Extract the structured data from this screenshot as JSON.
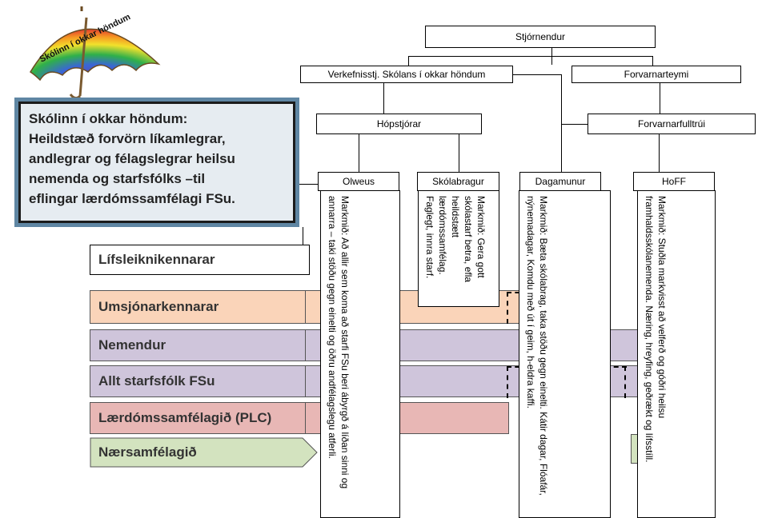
{
  "logo": {
    "text": "Skólinn í okkar höndum"
  },
  "callout": {
    "lines": [
      "Skólinn í okkar höndum:",
      "Heildstæð forvörn líkamlegrar,",
      "andlegrar og félagslegrar heilsu",
      "nemenda og starfsfólks –til",
      "eflingar lærdómssamfélagi FSu."
    ]
  },
  "org": {
    "top": "Stjórnendur",
    "left_mid": "Verkefnisstj. Skólans í okkar höndum",
    "right_mid": "Forvarnarteymi",
    "group_left": "Hópstjórar",
    "group_right": "Forvarnarfulltrúi"
  },
  "columns": [
    {
      "title": "Olweus",
      "text": "Markmið: Að allir sem koma að starfi FSu beri ábyrgð á líðan sinni og annarra – taki stöðu gegn einelti og öðru andfélagslegu atferli."
    },
    {
      "title": "Skólabragur",
      "text": "Markmið: Gera gott skólastarf betra, efla heildstætt lærdómssamfélag. Faglegt, innra starf."
    },
    {
      "title": "Dagamunur",
      "text": "Markmið: Bæta skólabrag, taka stöðu gegn einelti. Kátir dagar, Flóafár, nýnemadagar, Komdu með út í geim, h-eldra kaffi."
    },
    {
      "title": "HoFF",
      "text": "Markmið: Stuðla markvisst að velferð og góðri heilsu framhaldsskólanemenda. Næring, hreyfing, geðrækt og lífsstíll."
    }
  ],
  "bands": [
    {
      "label": "Lífsleiknikennarar",
      "color": "#ffffff"
    },
    {
      "label": "Umsjónarkennarar",
      "color": "#fad4b9"
    },
    {
      "label": "Nemendur",
      "color": "#cfc5db"
    },
    {
      "label": "Allt starfsfólk FSu",
      "color": "#cfc5db"
    },
    {
      "label": "Lærdómssamfélagið (PLC)",
      "color": "#e8b7b5"
    },
    {
      "label": "Nærsamfélagið",
      "color": "#d3e3bf"
    }
  ]
}
